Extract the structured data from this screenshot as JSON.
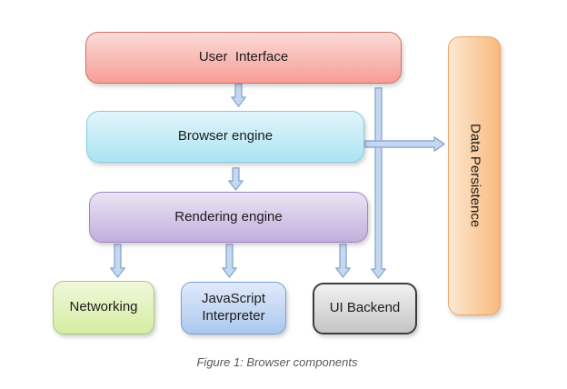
{
  "diagram": {
    "caption": "Figure 1: Browser components",
    "background": "#ffffff",
    "arrow_style": {
      "fill": "#c6d8f0",
      "stroke": "#8caad2"
    },
    "nodes": [
      {
        "id": "user-interface",
        "label": "User  Interface",
        "fill_top": "#fcdbd7",
        "fill_bottom": "#f69d97",
        "border": "#cf7068"
      },
      {
        "id": "browser-engine",
        "label": "Browser engine",
        "fill_top": "#e1f5fb",
        "fill_bottom": "#abe4f3",
        "border": "#86cde2"
      },
      {
        "id": "rendering-engine",
        "label": "Rendering engine",
        "fill_top": "#eae5f4",
        "fill_bottom": "#c2addd",
        "border": "#a188c4"
      },
      {
        "id": "networking",
        "label": "Networking",
        "fill_top": "#f0f8da",
        "fill_bottom": "#d6eca2",
        "border": "#aec87c"
      },
      {
        "id": "javascript-interpreter",
        "label": "JavaScript Interpreter",
        "fill_top": "#e1eafa",
        "fill_bottom": "#aac8ef",
        "border": "#7ba1cf"
      },
      {
        "id": "ui-backend",
        "label": "UI Backend",
        "fill_top": "#f1f1f1",
        "fill_bottom": "#c5c5c5",
        "border": "#3d3d3d"
      },
      {
        "id": "data-persistence",
        "label": "Data Persistence",
        "orientation": "vertical",
        "fill_left": "#fde9d2",
        "fill_right": "#f8b87d",
        "border": "#eda567"
      }
    ],
    "edges": [
      {
        "from": "user-interface",
        "to": "browser-engine",
        "direction": "down"
      },
      {
        "from": "browser-engine",
        "to": "rendering-engine",
        "direction": "down"
      },
      {
        "from": "rendering-engine",
        "to": "networking",
        "direction": "down"
      },
      {
        "from": "rendering-engine",
        "to": "javascript-interpreter",
        "direction": "down"
      },
      {
        "from": "rendering-engine",
        "to": "ui-backend",
        "direction": "down"
      },
      {
        "from": "user-interface",
        "to": "ui-backend",
        "direction": "down"
      },
      {
        "from": "browser-engine",
        "to": "data-persistence",
        "direction": "right"
      }
    ]
  }
}
